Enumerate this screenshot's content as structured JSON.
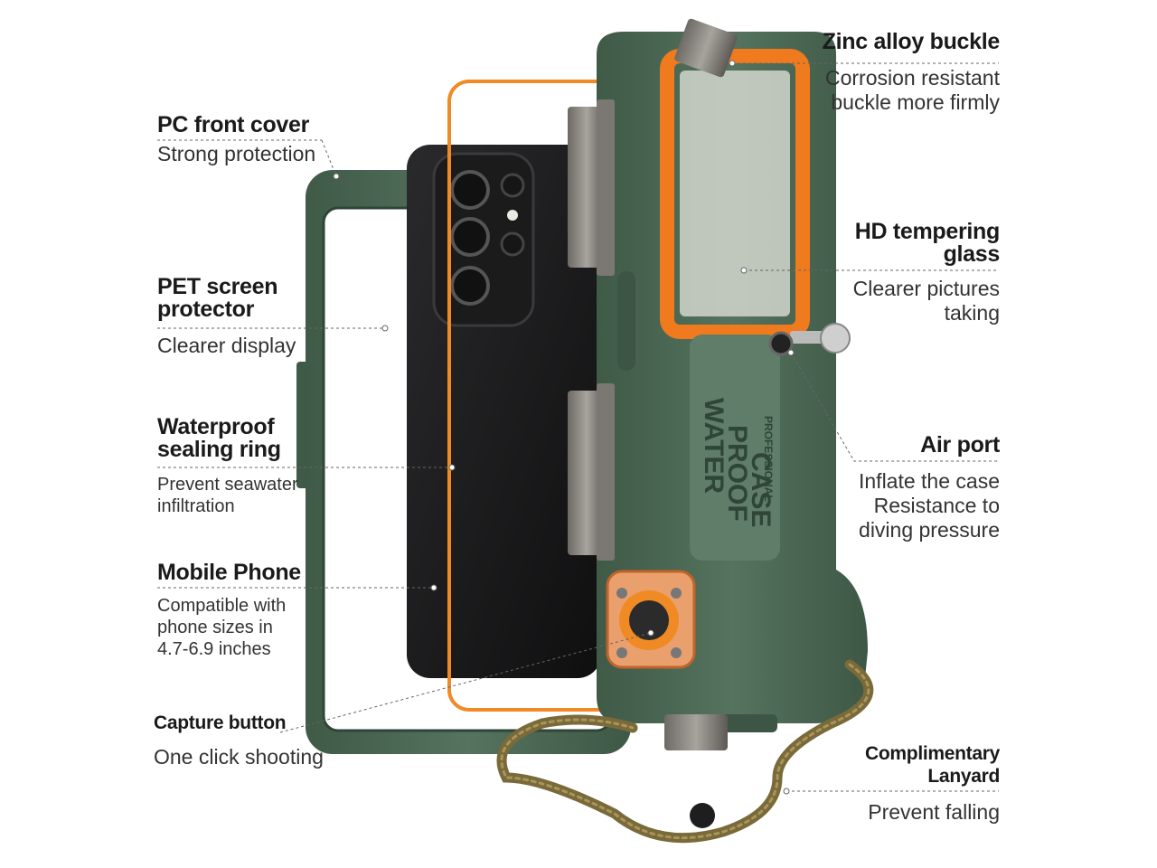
{
  "left_labels": [
    {
      "title": "PC front cover",
      "subtitle": "Strong protection"
    },
    {
      "title": "PET screen protector",
      "subtitle": "Clearer display"
    },
    {
      "title": "Waterproof sealing ring",
      "subtitle": "Prevent seawater infiltration"
    },
    {
      "title": "Mobile Phone",
      "subtitle": "Compatible with phone sizes in 4.7-6.9 inches"
    },
    {
      "title": "Capture button",
      "subtitle": "One click shooting"
    }
  ],
  "right_labels": [
    {
      "title": "Zinc alloy buckle",
      "subtitle": "Corrosion resistant buckle more firmly"
    },
    {
      "title": "HD tempering glass",
      "subtitle": "Clearer pictures taking"
    },
    {
      "title": "Air port",
      "subtitle": "Inflate the case Resistance to diving pressure"
    },
    {
      "title": "Complimentary Lanyard",
      "subtitle": "Prevent falling"
    }
  ],
  "case_print": {
    "line1": "WATER",
    "line2": "PROOF",
    "line3": "CASE",
    "line4": "PROFESSIONAL"
  },
  "colors": {
    "case_green": "#4f6b57",
    "accent_orange": "#f07a1e",
    "lanyard": "#7a6a3a"
  }
}
